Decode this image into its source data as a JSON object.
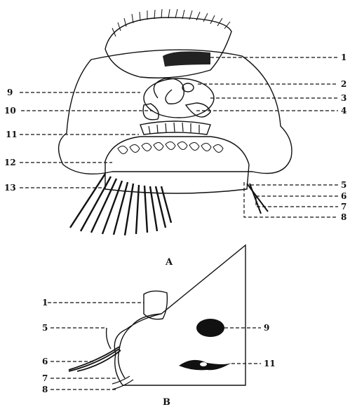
{
  "figure_a": {
    "caption": "A",
    "labels_right": [
      "1",
      "2",
      "3",
      "4",
      "5",
      "6",
      "7",
      "8"
    ],
    "labels_left": [
      "9",
      "10",
      "11",
      "12",
      "13"
    ]
  },
  "figure_b": {
    "caption": "B",
    "labels_left": [
      "1",
      "5",
      "6",
      "7",
      "8"
    ],
    "labels_right": [
      "9",
      "11"
    ]
  }
}
